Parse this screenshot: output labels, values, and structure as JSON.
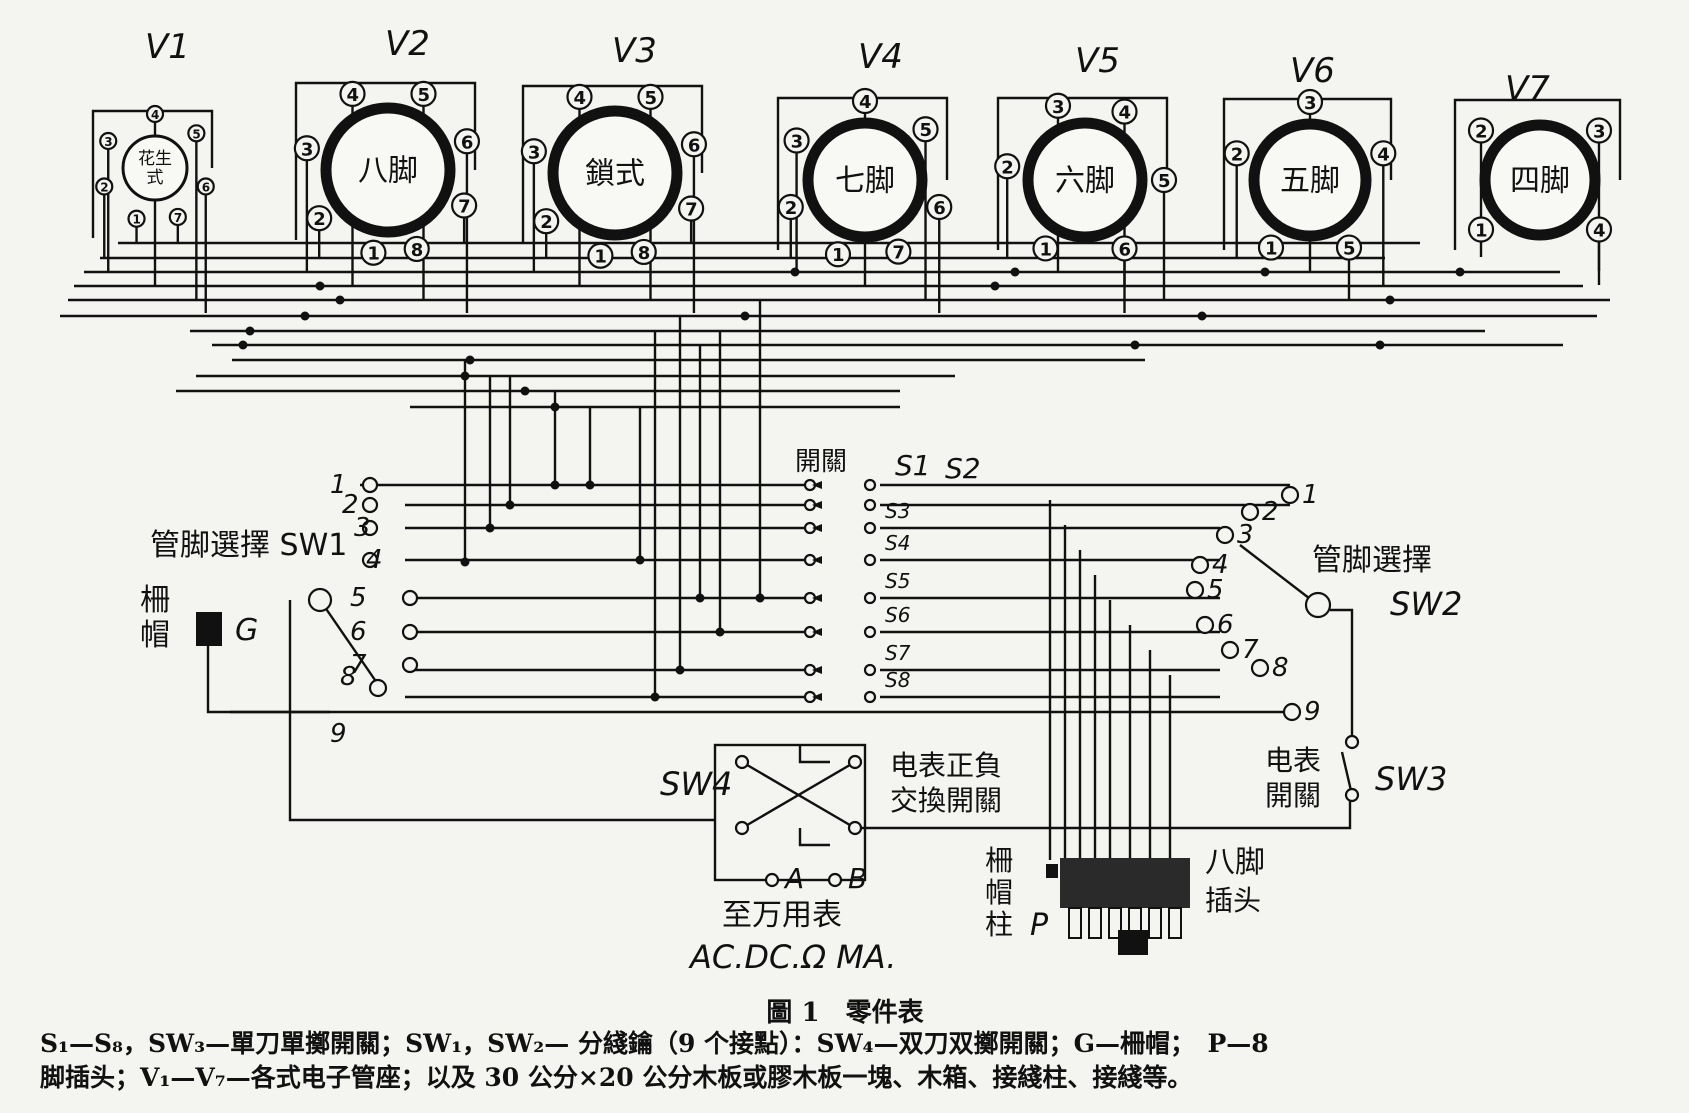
{
  "tubes": [
    {
      "label": "V1",
      "socket": "花生\n式",
      "pins": [
        "1",
        "2",
        "3",
        "4",
        "5",
        "6",
        "7"
      ]
    },
    {
      "label": "V2",
      "socket": "八脚",
      "pins": [
        "1",
        "2",
        "3",
        "4",
        "5",
        "6",
        "7",
        "8"
      ]
    },
    {
      "label": "V3",
      "socket": "鎖式",
      "pins": [
        "1",
        "2",
        "3",
        "4",
        "5",
        "6",
        "7",
        "8"
      ]
    },
    {
      "label": "V4",
      "socket": "七脚",
      "pins": [
        "1",
        "2",
        "3",
        "4",
        "5",
        "6",
        "7"
      ]
    },
    {
      "label": "V5",
      "socket": "六脚",
      "pins": [
        "1",
        "2",
        "3",
        "4",
        "5",
        "6"
      ]
    },
    {
      "label": "V6",
      "socket": "五脚",
      "pins": [
        "1",
        "2",
        "3",
        "4",
        "5"
      ]
    },
    {
      "label": "V7",
      "socket": "四脚",
      "pins": [
        "1",
        "2",
        "3",
        "4"
      ]
    }
  ],
  "switches": {
    "s_header": "開關",
    "s1": "S1",
    "s2": "S2",
    "rows": [
      "S3",
      "S4",
      "S5",
      "S6",
      "S7",
      "S8"
    ],
    "sw1": "管脚選擇 SW1",
    "sw2_line1": "管脚選擇",
    "sw2_line2": "SW2",
    "sw3": "SW3",
    "sw3_label_line1": "电表",
    "sw3_label_line2": "開關",
    "sw4": "SW4",
    "sw4_label_line1": "电表正負",
    "sw4_label_line2": "交換開關",
    "left_numbers": [
      "1",
      "2",
      "3",
      "4",
      "5",
      "6",
      "7"
    ],
    "right_numbers": [
      "1",
      "2",
      "3",
      "4",
      "5",
      "6",
      "7",
      "8",
      "9"
    ],
    "sw1_pos8": "8",
    "sw1_pos9": "9"
  },
  "grid_cap": {
    "label_line1": "柵",
    "label_line2": "帽",
    "symbol": "G"
  },
  "meter": {
    "terminal_a": "A",
    "terminal_b": "B",
    "label": "至万用表",
    "modes": "AC.DC.Ω MA."
  },
  "plug": {
    "label_line1": "八脚",
    "label_line2": "插头",
    "post_line1": "柵",
    "post_line2": "帽",
    "post_line3": "柱",
    "post_symbol": "P"
  },
  "caption": {
    "title": "圖 1　零件表",
    "line1": "S₁—S₈，SW₃—單刀單擲開關；SW₁，SW₂— 分綫鑰（9 个接點）：SW₄—双刀双擲開關；G—柵帽；　P—8",
    "line2": "脚插头；V₁—V₇—各式电子管座；以及 30 公分×20 公分木板或膠木板一塊、木箱、接綫柱、接綫等。"
  }
}
